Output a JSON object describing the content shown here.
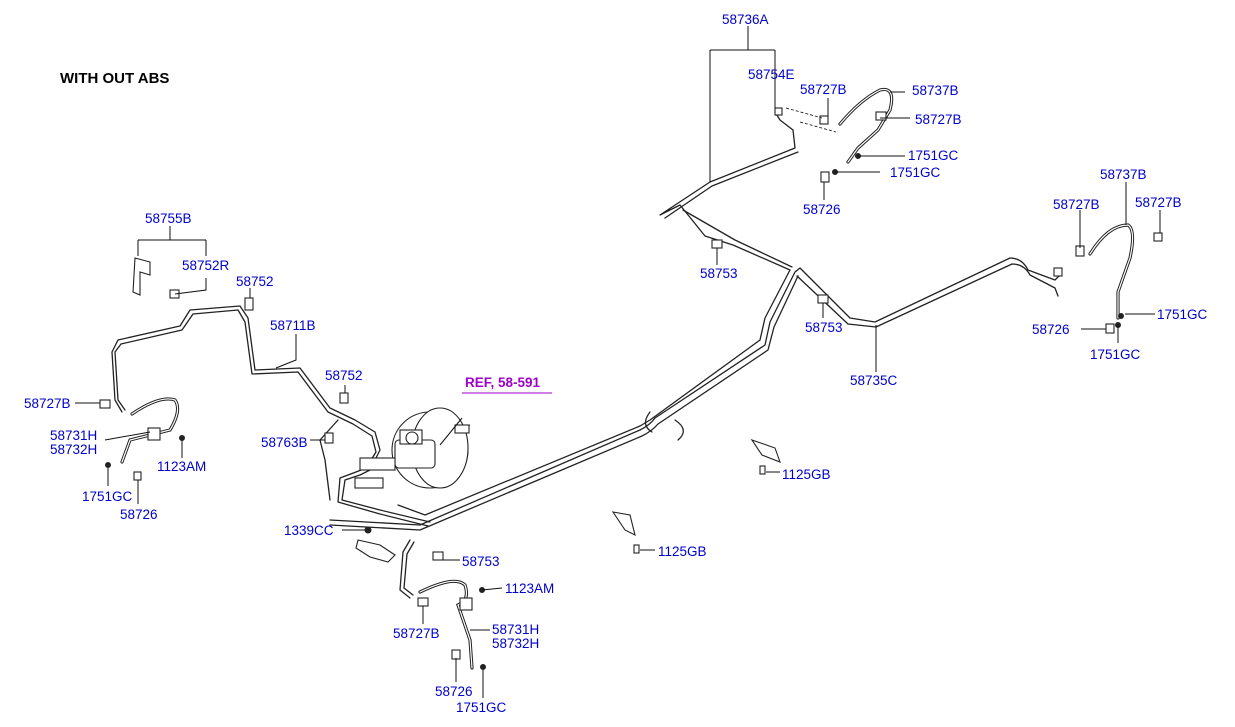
{
  "heading": "WITH OUT ABS",
  "reference": "REF, 58-591",
  "labels": {
    "l58736A": "58736A",
    "l58754E": "58754E",
    "l58727B_a": "58727B",
    "l58737B_a": "58737B",
    "l58727B_b": "58727B",
    "l1751GC_a": "1751GC",
    "l1751GC_b": "1751GC",
    "l58726_a": "58726",
    "l58737B_b": "58737B",
    "l58727B_c": "58727B",
    "l58727B_d": "58727B",
    "l1751GC_c": "1751GC",
    "l58726_b": "58726",
    "l1751GC_d": "1751GC",
    "l58753_a": "58753",
    "l58753_b": "58753",
    "l58735C": "58735C",
    "l58755B": "58755B",
    "l58752R": "58752R",
    "l58752_a": "58752",
    "l58711B": "58711B",
    "l58752_b": "58752",
    "l58727B_e": "58727B",
    "l58731H_a": "58731H",
    "l58732H_a": "58732H",
    "l1123AM_a": "1123AM",
    "l1751GC_e": "1751GC",
    "l58726_c": "58726",
    "l58763B": "58763B",
    "l1125GB_a": "1125GB",
    "l1125GB_b": "1125GB",
    "l1339CC": "1339CC",
    "l58753_c": "58753",
    "l1123AM_b": "1123AM",
    "l58727B_f": "58727B",
    "l58731H_b": "58731H",
    "l58732H_b": "58732H",
    "l58726_d": "58726",
    "l1751GC_f": "1751GC"
  },
  "colors": {
    "label": "#0000cc",
    "reference": "#a000c8",
    "line": "#222222",
    "background": "#ffffff"
  }
}
